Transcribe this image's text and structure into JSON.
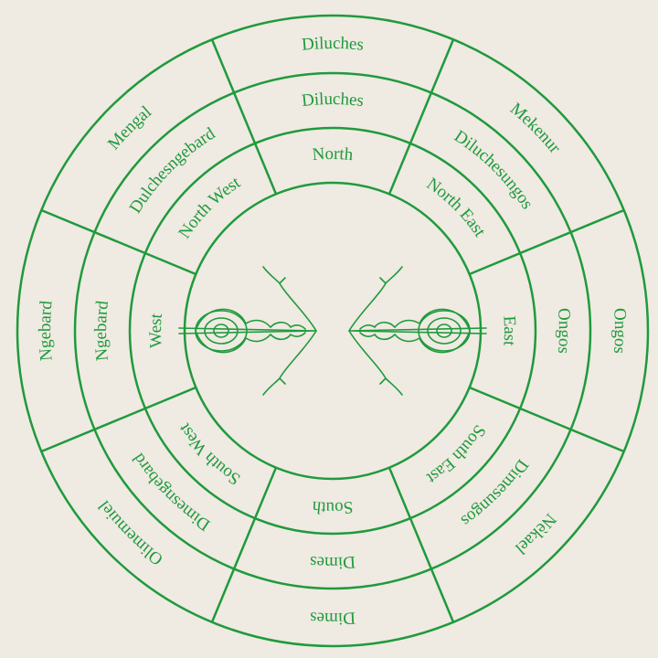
{
  "colors": {
    "background": "#efeae2",
    "line": "#1f9a3c",
    "text": "#1f9a3c"
  },
  "rings": {
    "outer": [
      "Diluches",
      "Mekenur",
      "Ongos",
      "Nèkael",
      "Dimes",
      "Olimemuiel",
      "Ngebard",
      "Mengal"
    ],
    "middle": [
      "Diluches",
      "Diluchesungos",
      "Ongos",
      "Dimesungos",
      "Dimes",
      "Dimesngebard",
      "Ngebard",
      "Dulchesngebard"
    ],
    "inner": [
      "North",
      "North East",
      "East",
      "South East",
      "South",
      "South West",
      "West",
      "North West"
    ]
  },
  "center": {
    "icon": "twin-vajra-arrows-icon"
  }
}
